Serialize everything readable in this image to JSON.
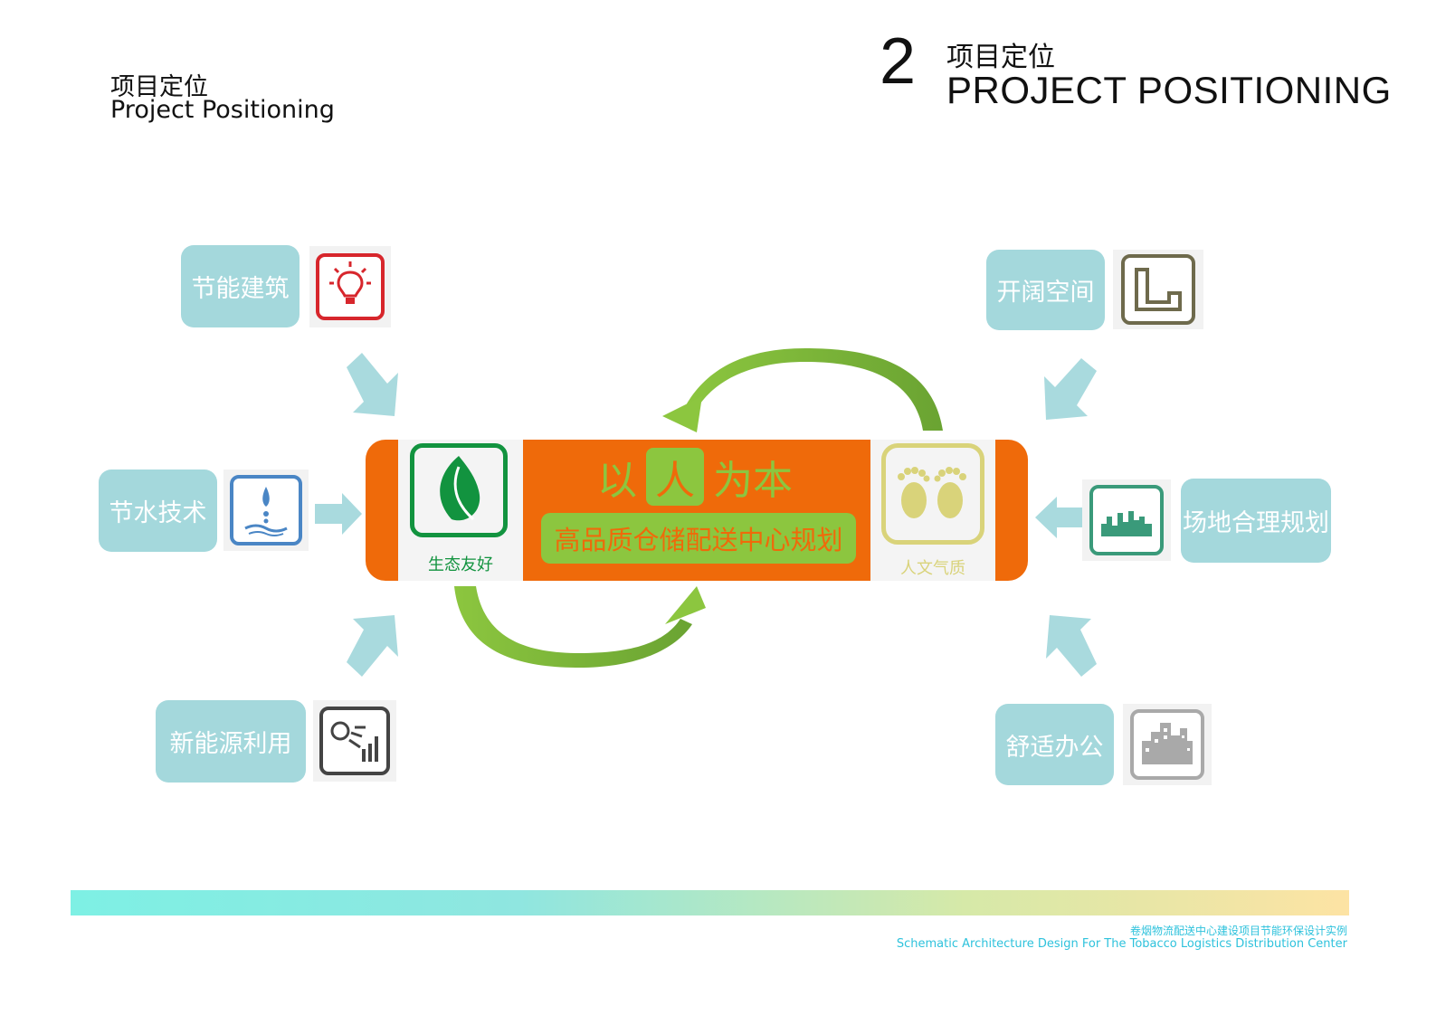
{
  "header": {
    "title_cn": "项目定位",
    "title_en": "Project Positioning"
  },
  "section": {
    "number": "2",
    "title_cn": "项目定位",
    "title_en": "PROJECT POSITIONING"
  },
  "center": {
    "headline_parts": [
      "以",
      "人",
      "为本"
    ],
    "subtitle": "高品质仓储配送中心规划",
    "left_caption": "生态友好",
    "right_caption": "人文气质"
  },
  "nodes": {
    "energy_building": "节能建筑",
    "water_saving": "节水技术",
    "new_energy": "新能源利用",
    "open_space": "开阔空间",
    "site_planning": "场地合理规划",
    "comfortable_office": "舒适办公"
  },
  "colors": {
    "orange": "#ef6a0a",
    "green": "#8cc63f",
    "pill": "#a4d8dc",
    "arrow": "#a9dade"
  },
  "footer": {
    "line_cn": "卷烟物流配送中心建设项目节能环保设计实例",
    "line_en": "Schematic Architecture  Design For  The Tobacco  Logistics  Distribution Center"
  }
}
